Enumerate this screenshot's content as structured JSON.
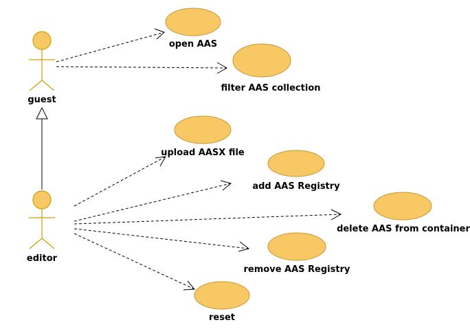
{
  "actors": {
    "guest": "guest",
    "editor": "editor"
  },
  "use_cases": {
    "open_aas": "open AAS",
    "filter_aas_collection": "filter AAS collection",
    "upload_aasx_file": "upload AASX file",
    "add_aas_registry": "add AAS Registry",
    "delete_aas_from_container": "delete AAS from container",
    "remove_aas_registry": "remove AAS Registry",
    "reset": "reset"
  },
  "colors": {
    "use_case_fill": "#f8c864",
    "actor_line": "#c8a000"
  }
}
